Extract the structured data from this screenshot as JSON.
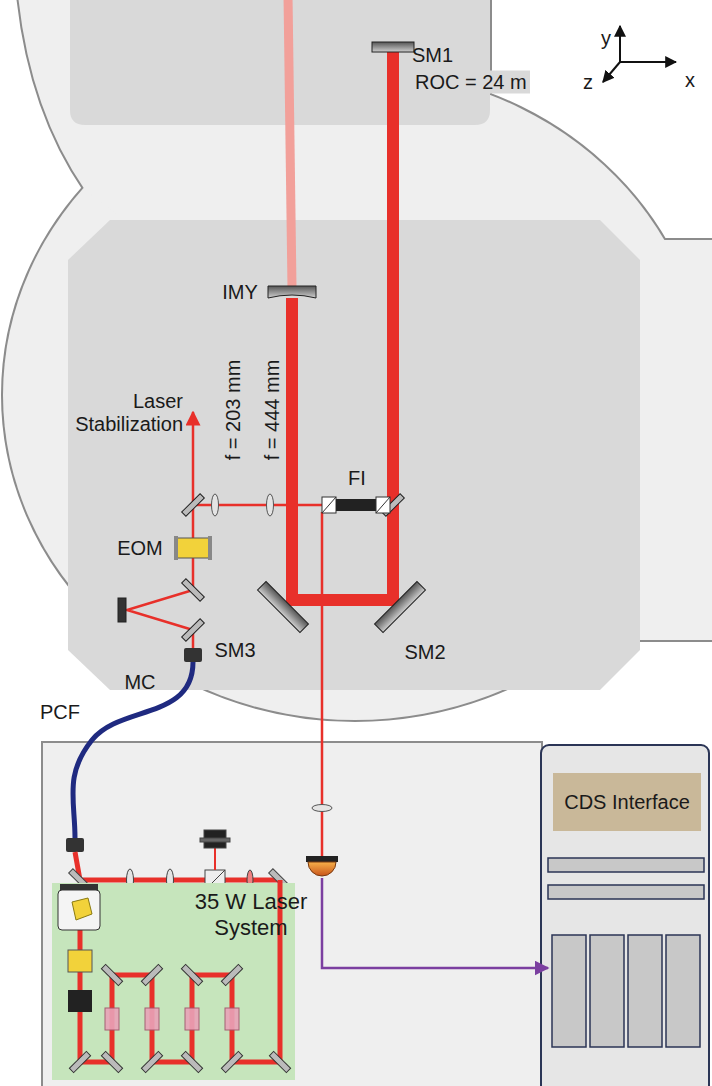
{
  "diagram": {
    "nodes": [
      {
        "text": [
          "35 W Laser System"
        ]
      },
      {
        "text": [
          "CDS Interface"
        ]
      }
    ],
    "labels": [
      "SM1",
      "ROC = 24 m",
      "y",
      "x",
      "z",
      "IMY",
      "Laser Stabilization",
      "f = 203 mm",
      "f = 444 mm",
      "FI",
      "EOM",
      "SM3",
      "SM2",
      "MC",
      "PCF"
    ]
  }
}
